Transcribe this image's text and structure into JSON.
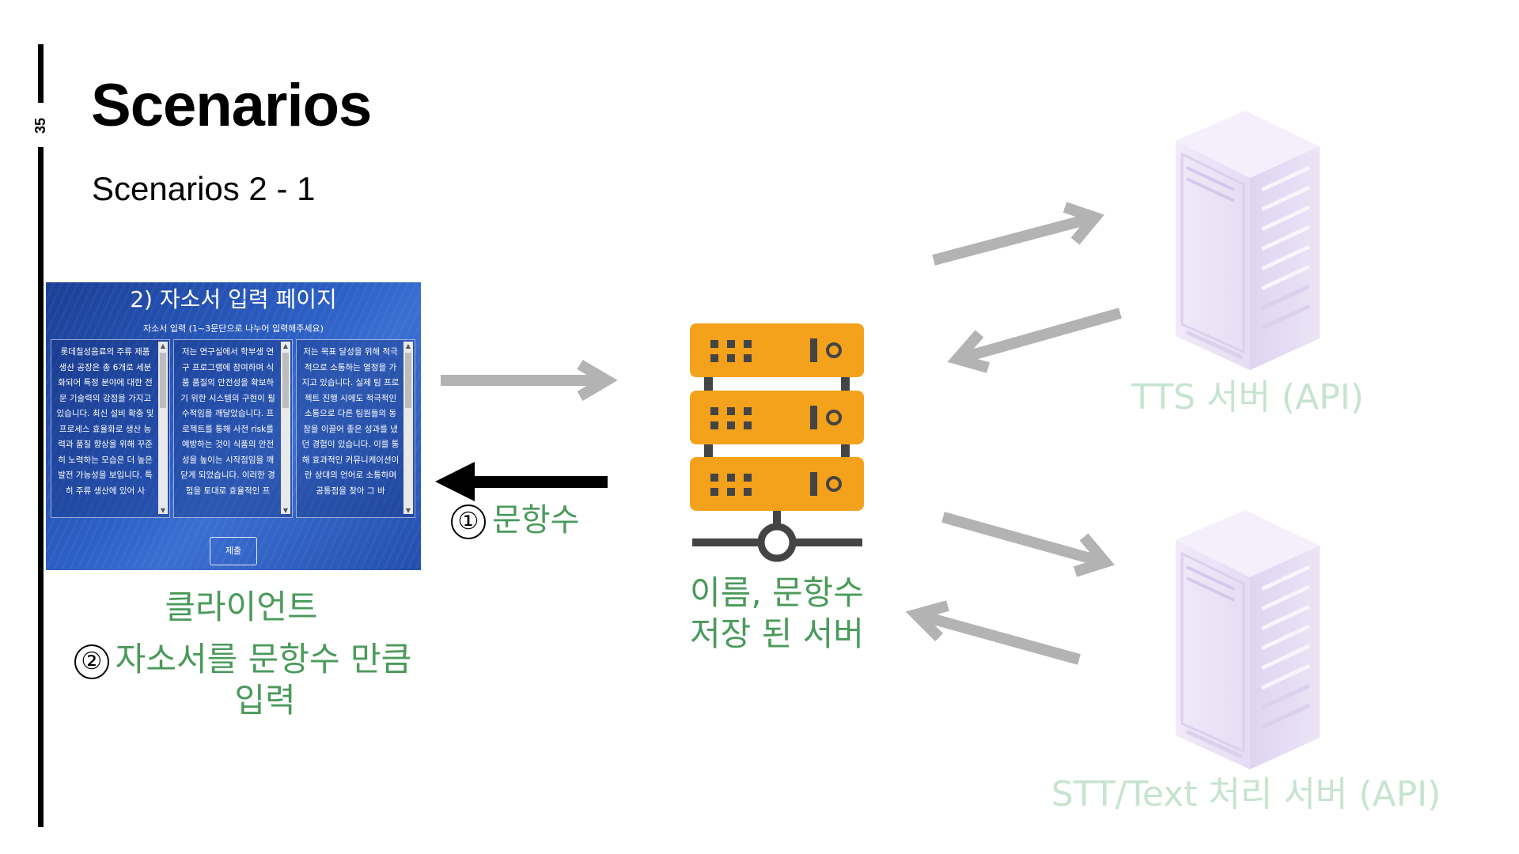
{
  "slide": {
    "page_number": "35",
    "title": "Scenarios",
    "subtitle": "Scenarios 2 - 1"
  },
  "client_screen": {
    "title": "2) 자소서 입력 페이지",
    "instruction": "자소서 입력 (1~3문단으로 나누어 입력해주세요)",
    "paragraphs": [
      "롯데칠성음료의 주류 제품 생산 공장은 총 6개로 세분화되어 특정 분야에 대한 전문 기술력의 강점을 가지고 있습니다. 최신 설비 확충 및 프로세스 효율화로 생산 능력과 품질 향상을 위해 꾸준히 노력하는 모습은 더 높은 발전 가능성을 보입니다. 특히 주류 생산에 있어 사",
      "저는 연구실에서 학부생 연구 프로그램에 참여하며 식품 품질의 안전성을 확보하기 위한 시스템의 구현이 필수적임을 깨달았습니다. 프로젝트를 통해 사전 risk를 예방하는 것이 식품의 안전성을 높이는 시작점임을 깨닫게 되었습니다. 이러한 경험을 토대로 효율적인 프",
      "저는 목표 달성을 위해 적극적으로 소통하는 열정을 가지고 있습니다. 실제 팀 프로젝트 진행 시에도 적극적인 소통으로 다른 팀원들의 동참을 이끌어 좋은 성과를 냈던 경험이 있습니다. 이를 통해 효과적인 커뮤니케이션이란 상대의 언어로 소통하며 공통점을 찾아 그 바"
    ],
    "submit_label": "제출"
  },
  "labels": {
    "step1_number": "①",
    "step1_text": "문항수",
    "client_label": "클라이언트",
    "step2_number": "②",
    "step2_line1": "자소서를 문항수 만큼",
    "step2_line2": "입력",
    "server_line1": "이름, 문항수",
    "server_line2": "저장 된 서버",
    "tts_label": "TTS 서버 (API)",
    "stt_label": "STT/Text 처리 서버 (API)"
  },
  "colors": {
    "server_orange": "#f4a21c",
    "label_green": "#4a9a5a",
    "faded_green": "#c6e4cf",
    "arrow_gray": "#b3b3b3",
    "rack_lavender": "#ebe3f7"
  },
  "icons": {
    "main_server": "server-stack-icon",
    "tts_server": "server-rack-icon",
    "stt_server": "server-rack-icon"
  }
}
